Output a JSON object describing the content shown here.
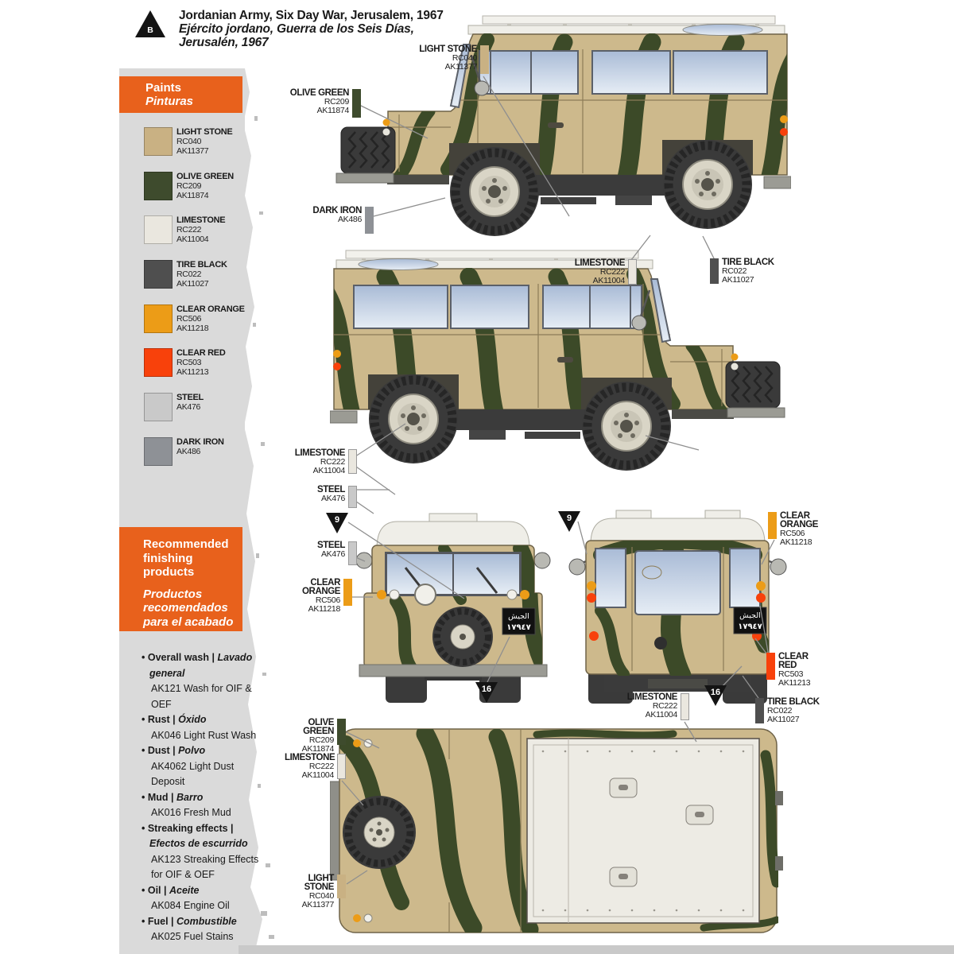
{
  "marker_b": "B",
  "header": {
    "title_en": "Jordanian Army, Six Day War, Jerusalem, 1967",
    "title_es_line1": "Ejército jordano, Guerra de los Seis Días,",
    "title_es_line2": "Jerusalén, 1967"
  },
  "paints_panel": {
    "title_en": "Paints",
    "title_es": "Pinturas"
  },
  "paints": {
    "light_stone": {
      "name": "LIGHT STONE",
      "rc": "RC040",
      "ak": "AK11377",
      "color": "#c9b183"
    },
    "olive_green": {
      "name": "OLIVE GREEN",
      "rc": "RC209",
      "ak": "AK11874",
      "color": "#3e4b2d"
    },
    "limestone": {
      "name": "LIMESTONE",
      "rc": "RC222",
      "ak": "AK11004",
      "color": "#eae7df"
    },
    "tire_black": {
      "name": "TIRE BLACK",
      "rc": "RC022",
      "ak": "AK11027",
      "color": "#4f4f4f"
    },
    "clear_orange": {
      "name": "CLEAR ORANGE",
      "rc": "RC506",
      "ak": "AK11218",
      "color": "#ec9c17"
    },
    "clear_red": {
      "name": "CLEAR RED",
      "rc": "RC503",
      "ak": "AK11213",
      "color": "#f8410b"
    },
    "steel": {
      "name": "STEEL",
      "rc": "",
      "ak": "AK476",
      "color": "#c9c9c9"
    },
    "dark_iron": {
      "name": "DARK IRON",
      "rc": "",
      "ak": "AK486",
      "color": "#8e9196"
    }
  },
  "finishing_panel": {
    "title_en": "Recommended finishing products",
    "title_es": "Productos recomendados para el acabado"
  },
  "finishing_items": [
    {
      "en": "• Overall wash |",
      "es": "Lavado general",
      "product": "AK121 Wash for OIF & OEF"
    },
    {
      "en": "• Rust |",
      "es": "Óxido",
      "product": "AK046 Light Rust Wash"
    },
    {
      "en": "• Dust |",
      "es": "Polvo",
      "product": "AK4062 Light Dust Deposit"
    },
    {
      "en": "• Mud |",
      "es": "Barro",
      "product": "AK016 Fresh Mud"
    },
    {
      "en": "• Streaking effects |",
      "es": "Efectos de escurrido",
      "product": "AK123 Streaking Effects for OIF & OEF"
    },
    {
      "en": "• Oil |",
      "es": "Aceite",
      "product": "AK084 Engine Oil"
    },
    {
      "en": "• Fuel |",
      "es": "Combustible",
      "product": "AK025 Fuel Stains"
    }
  ],
  "steps": {
    "nine": "9",
    "sixteen": "16"
  },
  "plate": {
    "line1": "الجيش",
    "line2": "١٧٩٤٧"
  },
  "colors": {
    "accent_orange": "#e8611c",
    "sidebar_gray": "#dadada",
    "bottom_bar_gray": "#c9c9c9",
    "body_tan": "#cdb98c",
    "camo_green": "#3c4a28",
    "roof_white": "#efeee8",
    "tire_dark": "#3a3a3a",
    "rim_light": "#d9d5c6",
    "leader_gray": "#8f8f8f",
    "plate_bg": "#111111"
  }
}
